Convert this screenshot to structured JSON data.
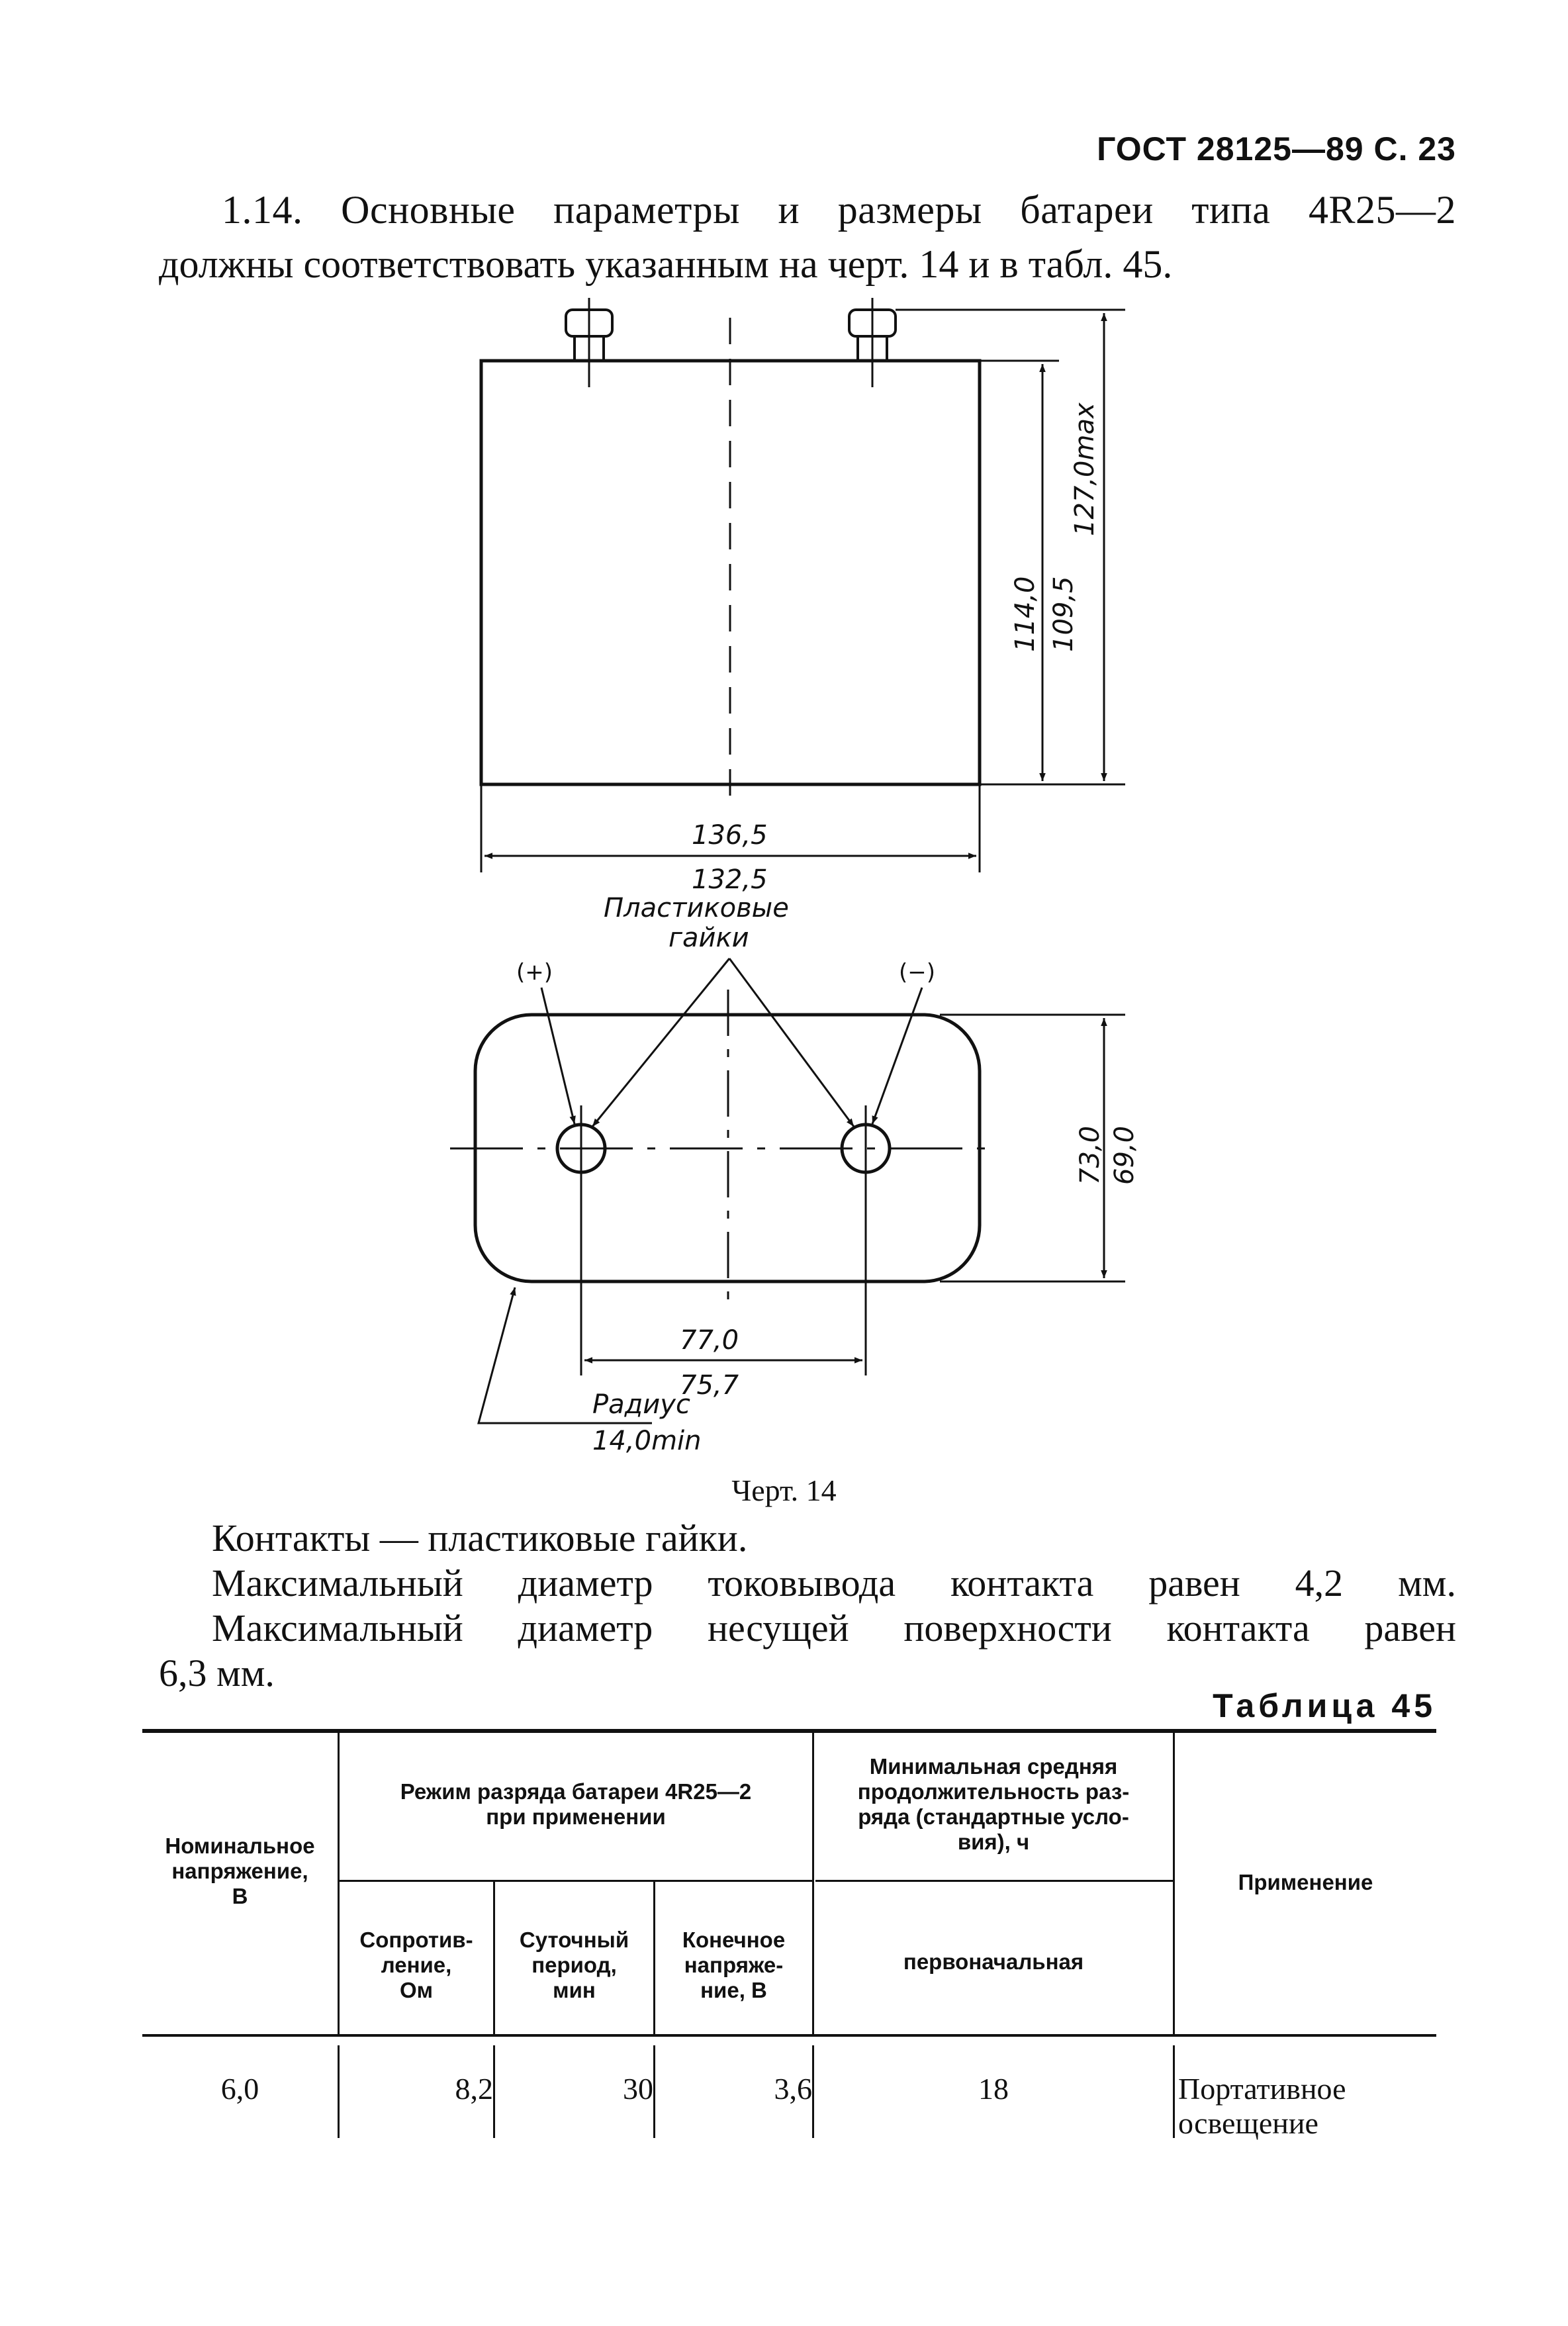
{
  "header": {
    "page_ref": "ГОСТ 28125—89 С. 23"
  },
  "paragraph_1_14": {
    "line1": "1.14. Основные параметры и размеры   батареи   типа 4R25—2",
    "line2": "должны соответствовать указанным на черт. 14 и в табл. 45."
  },
  "drawing": {
    "side_view": {
      "height_a": "114,0",
      "height_b": "109,5",
      "height_max": "127,0max",
      "width_a": "136,5",
      "width_b": "132,5"
    },
    "top_view": {
      "nuts_label_1": "Пластиковые",
      "nuts_label_2": "гайки",
      "plus_label": "(+)",
      "minus_label": "(−)",
      "depth_a": "73,0",
      "depth_b": "69,0",
      "spacing_a": "77,0",
      "spacing_b": "75,7",
      "radius_label_1": "Радиус",
      "radius_label_2": "14,0min"
    },
    "caption": "Черт. 14"
  },
  "contacts": {
    "line1": "Контакты — пластиковые гайки.",
    "line2": "Максимальный диаметр токовывода контакта равен 4,2 мм.",
    "line3": "Максимальный диаметр несущей   поверхности контакта равен",
    "line4": "6,3 мм."
  },
  "table45": {
    "title": "Таблица 45",
    "headers": {
      "nominal_voltage": [
        "Номинальное",
        "напряжение,",
        "В"
      ],
      "discharge_mode": [
        "Режим разряда батареи 4R25—2",
        "при применении"
      ],
      "resistance": [
        "Сопротив-",
        "ление,",
        "Ом"
      ],
      "daily_period": [
        "Суточный",
        "период,",
        "мин"
      ],
      "end_voltage": [
        "Конечное",
        "напряже-",
        "ние, В"
      ],
      "min_duration": [
        "Минимальная средняя",
        "продолжительность раз-",
        "ряда (стандартные усло-",
        "вия), ч"
      ],
      "initial": [
        "первоначальная"
      ],
      "application": [
        "Применение"
      ]
    },
    "rows": [
      {
        "nominal_voltage": "6,0",
        "resistance": "8,2",
        "daily_period": "30",
        "end_voltage": "3,6",
        "initial": "18",
        "application_1": "Портативное",
        "application_2": "освещение"
      }
    ]
  }
}
